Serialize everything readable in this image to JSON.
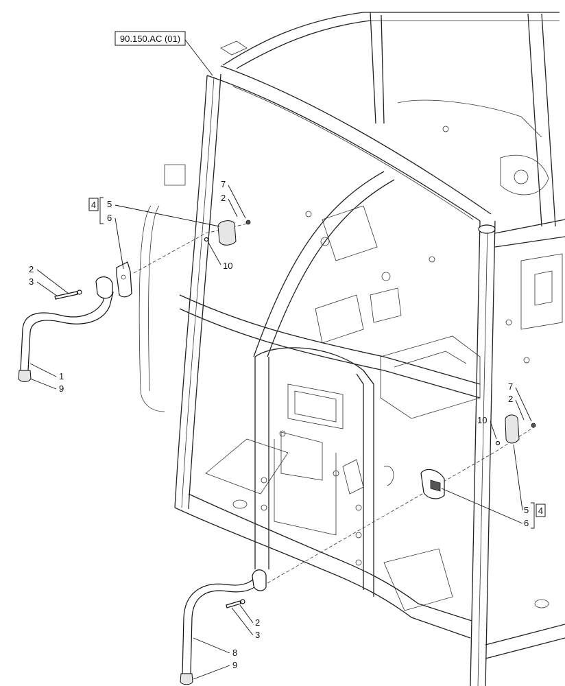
{
  "reference_label": "90.150.AC (01)",
  "callouts": {
    "left": {
      "kit": "4",
      "bracket_top": "5",
      "bracket_bottom": "6",
      "washer_top": "7",
      "washer_bottom": "2",
      "pin": "10",
      "bolt_a": "2",
      "bolt_b": "3",
      "handle": "1",
      "cap": "9"
    },
    "right": {
      "washer_top": "7",
      "washer_bottom": "2",
      "pin": "10",
      "bracket_top": "5",
      "kit": "4",
      "bracket_bottom": "6",
      "bolt_a": "2",
      "bolt_b": "3",
      "handle": "8",
      "cap": "9"
    }
  }
}
